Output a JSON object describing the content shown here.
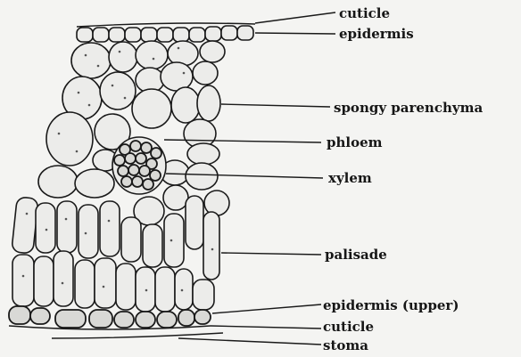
{
  "labels": {
    "cuticle_top": "cuticle",
    "epidermis_top": "epidermis",
    "spongy": "spongy parenchyma",
    "phloem": "phloem",
    "xylem": "xylem",
    "palisade": "palisade",
    "epidermis_bottom": "epidermis (upper)",
    "cuticle_bottom": "cuticle",
    "stoma": "stoma"
  }
}
